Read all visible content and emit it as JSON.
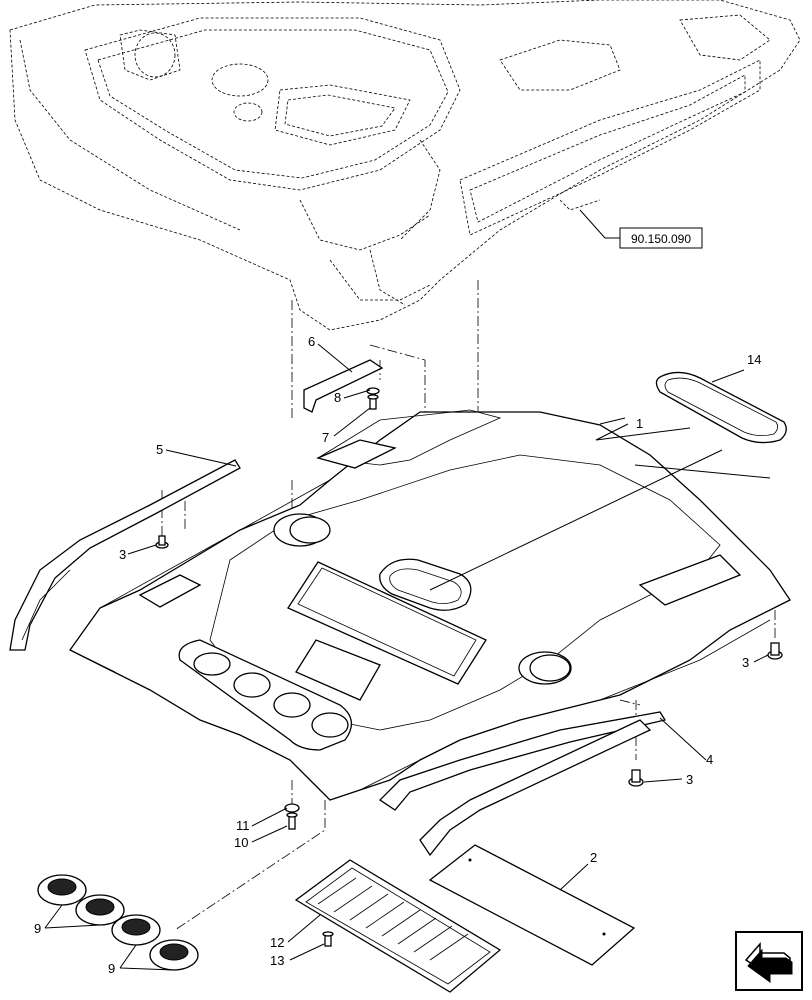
{
  "reference_box": "90.150.090",
  "callouts": [
    {
      "id": "c1",
      "text": "1"
    },
    {
      "id": "c2",
      "text": "2"
    },
    {
      "id": "c3a",
      "text": "3"
    },
    {
      "id": "c3b",
      "text": "3"
    },
    {
      "id": "c3c",
      "text": "3"
    },
    {
      "id": "c4",
      "text": "4"
    },
    {
      "id": "c5",
      "text": "5"
    },
    {
      "id": "c6",
      "text": "6"
    },
    {
      "id": "c7",
      "text": "7"
    },
    {
      "id": "c8",
      "text": "8"
    },
    {
      "id": "c9a",
      "text": "9"
    },
    {
      "id": "c9b",
      "text": "9"
    },
    {
      "id": "c10",
      "text": "10"
    },
    {
      "id": "c11",
      "text": "11"
    },
    {
      "id": "c12",
      "text": "12"
    },
    {
      "id": "c13",
      "text": "13"
    },
    {
      "id": "c14",
      "text": "14"
    }
  ],
  "icons": {
    "nav_corner": "arrow-down-left-icon"
  }
}
